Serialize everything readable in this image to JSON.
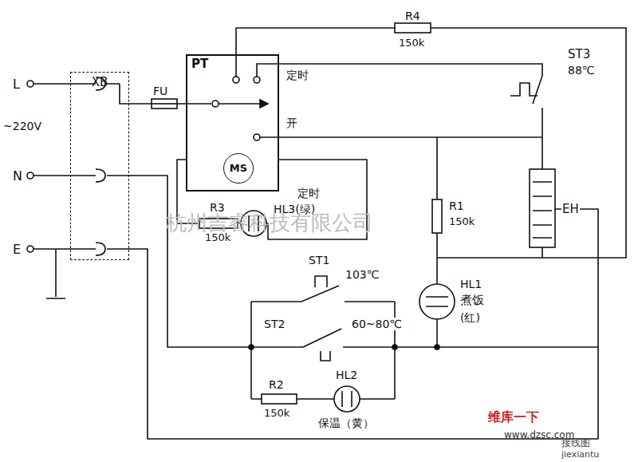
{
  "diagram": {
    "nodes": [
      {
        "text": [
          "XB"
        ]
      },
      {
        "text": [
          "PT"
        ]
      },
      {
        "text": [
          "MS"
        ],
        "in": 1
      }
    ],
    "labels": [
      "L",
      "N",
      "E",
      "~220V",
      "FU",
      "R4",
      "150k",
      "ST3",
      "88℃",
      "定时",
      "开",
      "定时",
      "HL3(绿)",
      "R3",
      "150k",
      "R1",
      "150k",
      "EH",
      "ST1",
      "103℃",
      "HL1",
      "煮饭",
      "(红)",
      "ST2",
      "60~80℃",
      "R2",
      "150k",
      "HL2",
      "保温（黄）",
      "杭州吉睿科技有限公司",
      "维库一下",
      "www.dzsc.com",
      "接线图",
      "jiexiantu"
    ]
  }
}
